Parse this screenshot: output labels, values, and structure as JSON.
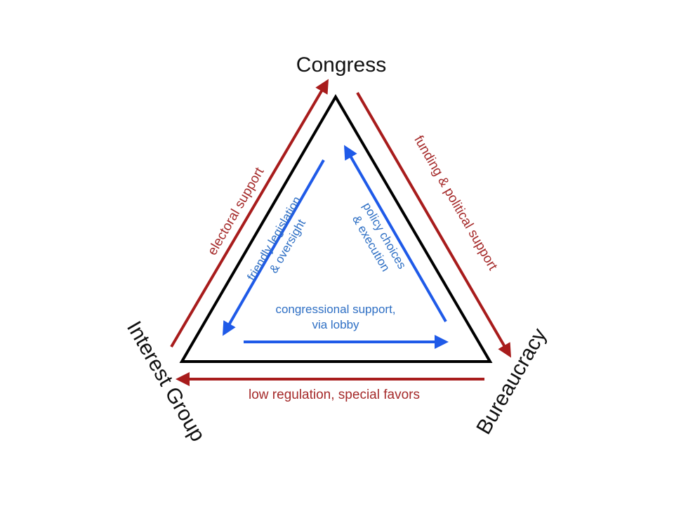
{
  "nodes": {
    "top": "Congress",
    "left": "Interest Group",
    "right": "Bureaucracy"
  },
  "outer_labels": {
    "left": "electoral support",
    "right": "funding & political support",
    "bottom": "low regulation, special favors"
  },
  "inner_labels": {
    "left_line1": "friendly legislation",
    "left_line2": "& oversight",
    "right_line1": "policy choices",
    "right_line2": "& execution",
    "bottom_line1": "congressional support,",
    "bottom_line2": "via lobby"
  },
  "colors": {
    "triangle": "#000000",
    "outer_arrows": "#a81c1c",
    "inner_arrows": "#1f5ae8",
    "outer_text": "#a52a2a",
    "inner_text": "#2e6fc4"
  }
}
